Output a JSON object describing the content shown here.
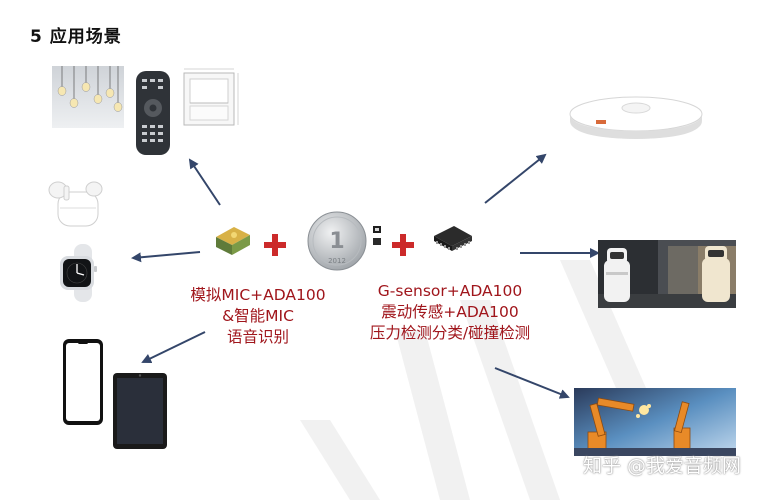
{
  "title": "5 应用场景",
  "captions": {
    "left": [
      "模拟MIC+ADA100",
      "&智能MIC",
      "语音识别"
    ],
    "right": [
      "G-sensor+ADA100",
      "震动传感+ADA100",
      "压力检测分类/碰撞检测"
    ]
  },
  "coin_text": "2012",
  "watermark": "知乎 @我爱音频网",
  "colors": {
    "arrow": "#34466a",
    "caption_red": "#a0161c",
    "plus_red": "#cc2a2a"
  }
}
